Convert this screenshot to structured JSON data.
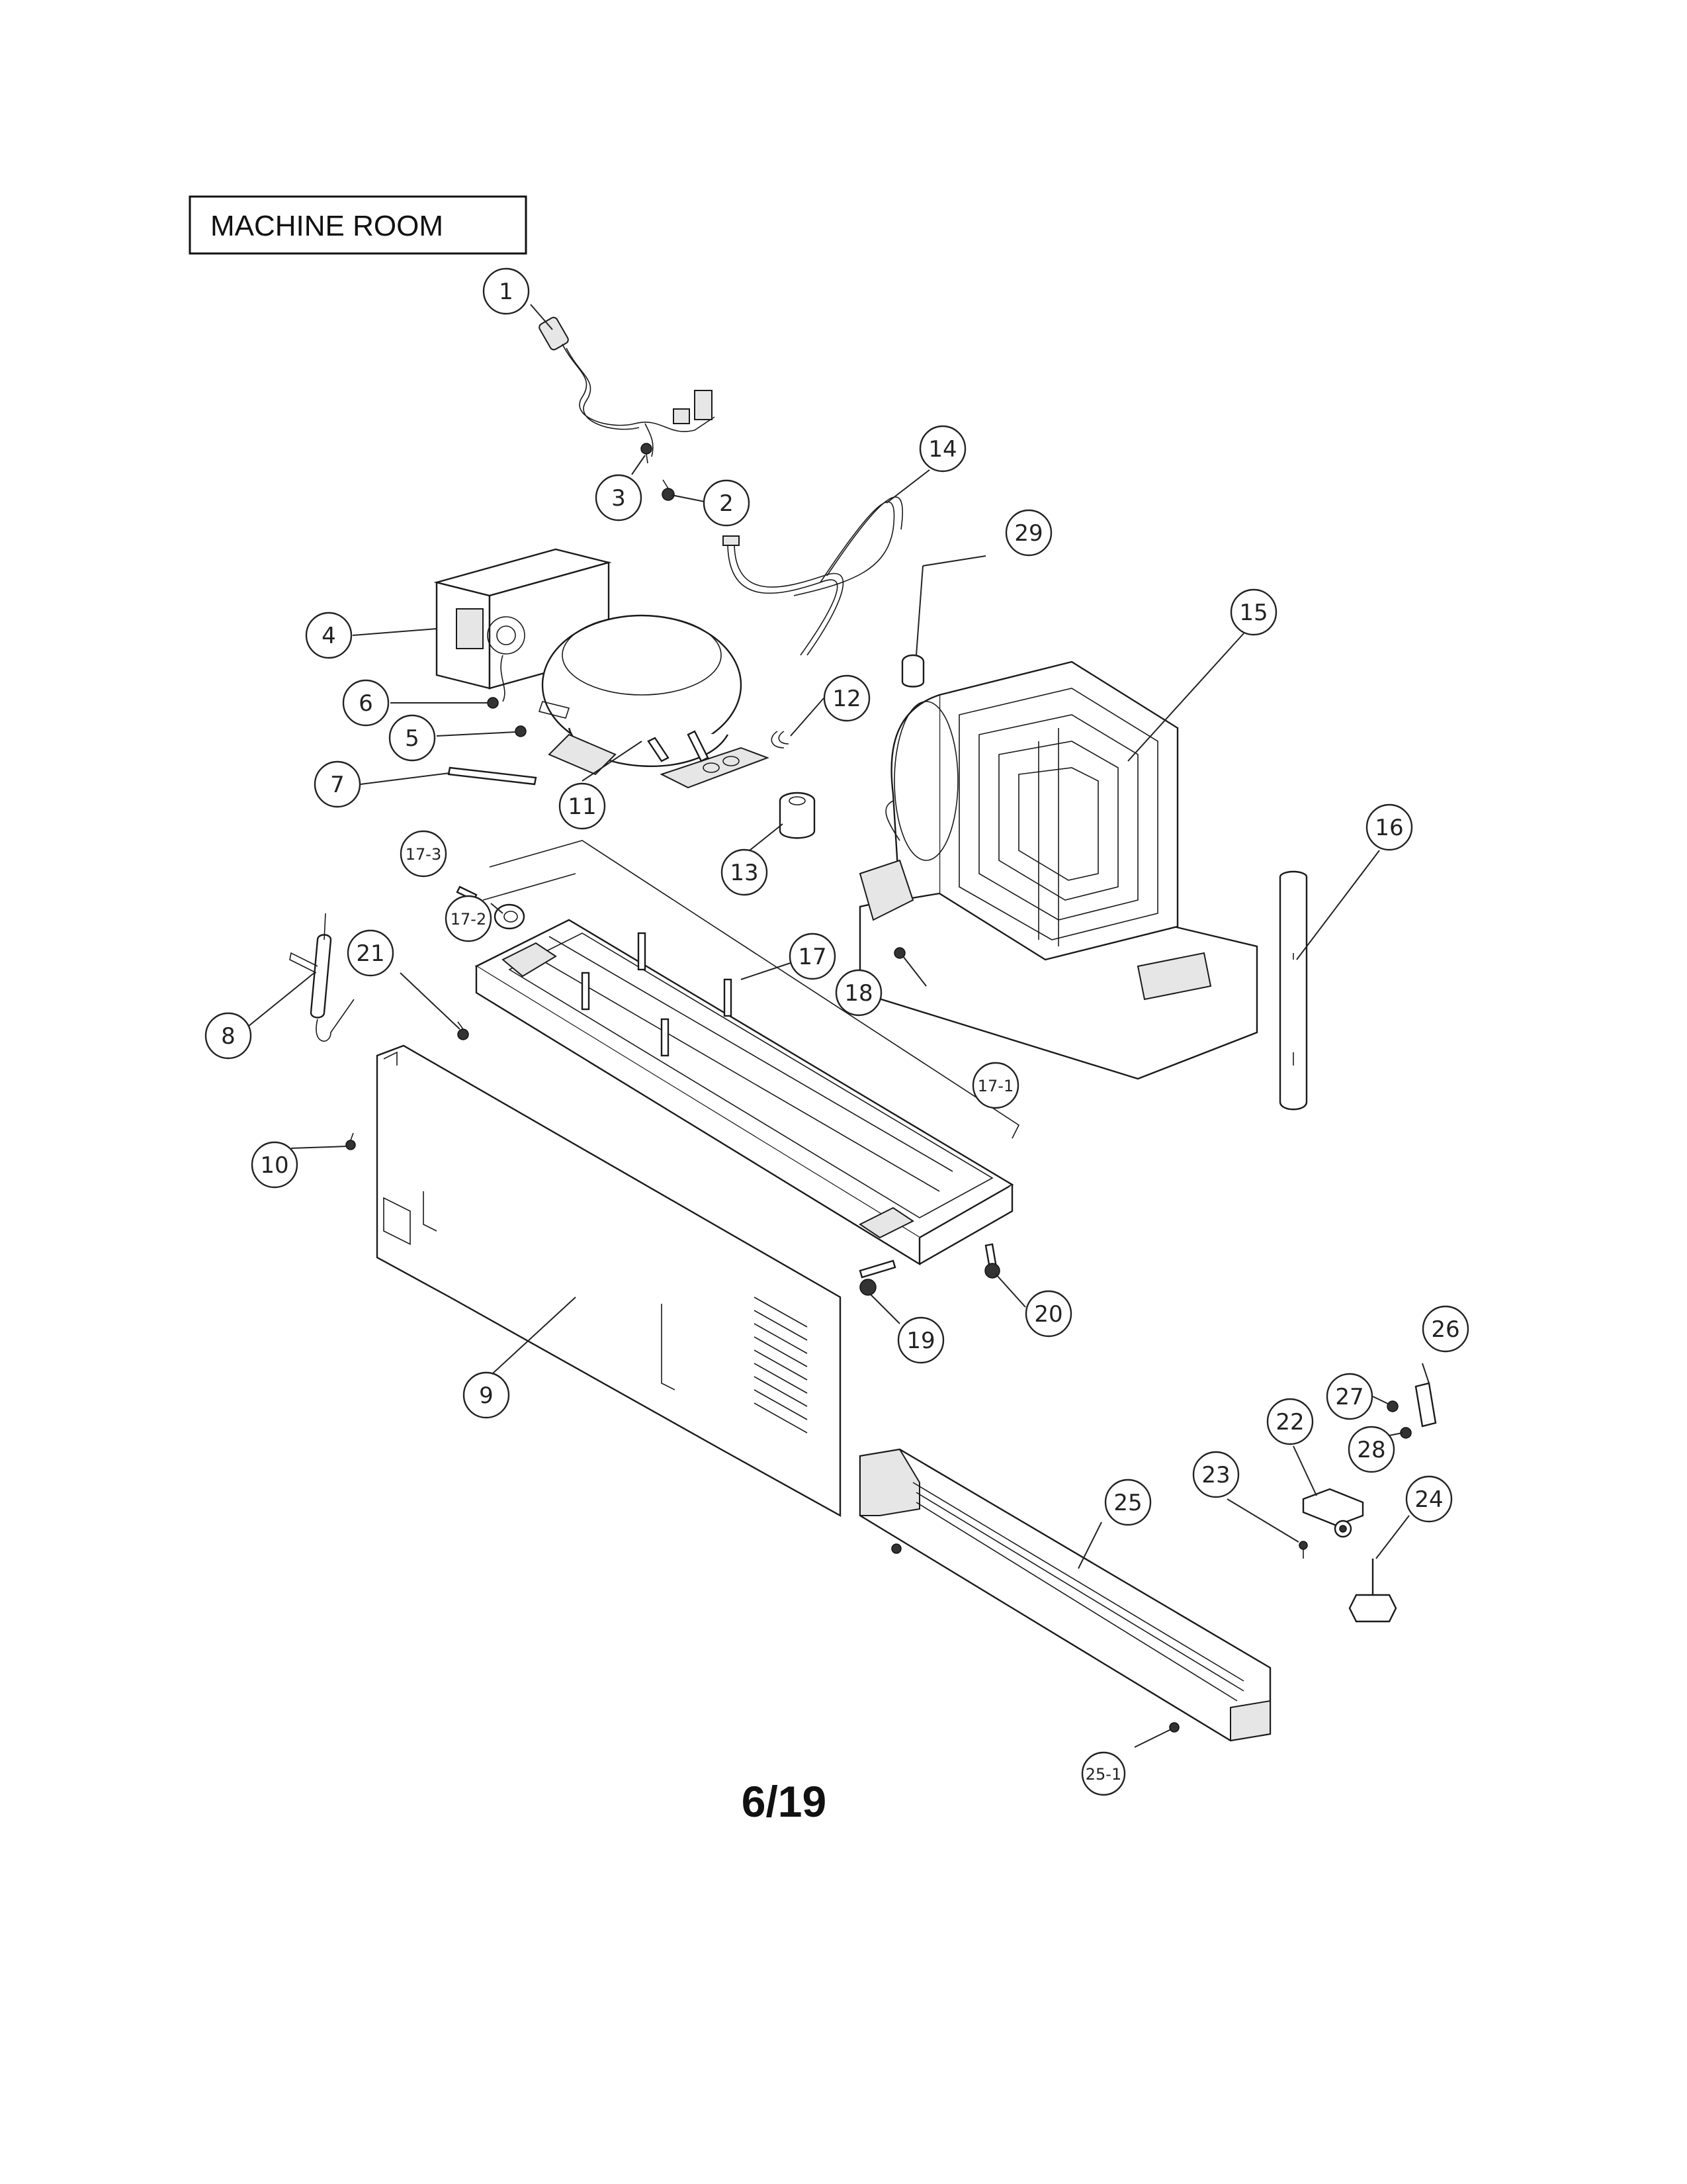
{
  "header": {
    "title": "MACHINE ROOM"
  },
  "footer": {
    "page": "6/19"
  },
  "callouts": [
    {
      "label": "1"
    },
    {
      "label": "2"
    },
    {
      "label": "3"
    },
    {
      "label": "4"
    },
    {
      "label": "5"
    },
    {
      "label": "6"
    },
    {
      "label": "7"
    },
    {
      "label": "8"
    },
    {
      "label": "9"
    },
    {
      "label": "10"
    },
    {
      "label": "11"
    },
    {
      "label": "12"
    },
    {
      "label": "13"
    },
    {
      "label": "14"
    },
    {
      "label": "15"
    },
    {
      "label": "16"
    },
    {
      "label": "17"
    },
    {
      "label": "17-1"
    },
    {
      "label": "17-2"
    },
    {
      "label": "17-3"
    },
    {
      "label": "18"
    },
    {
      "label": "19"
    },
    {
      "label": "20"
    },
    {
      "label": "21"
    },
    {
      "label": "22"
    },
    {
      "label": "23"
    },
    {
      "label": "24"
    },
    {
      "label": "25"
    },
    {
      "label": "25-1"
    },
    {
      "label": "26"
    },
    {
      "label": "27"
    },
    {
      "label": "28"
    },
    {
      "label": "29"
    }
  ]
}
